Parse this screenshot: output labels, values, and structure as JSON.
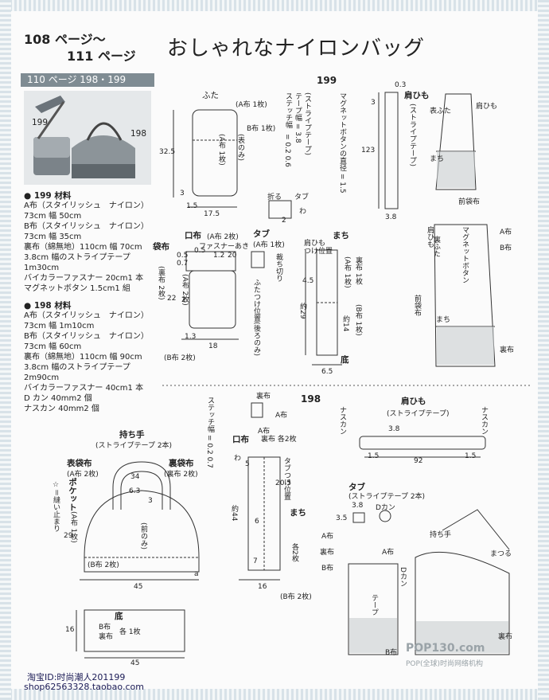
{
  "header": {
    "page_range_line1": "108 ページ～",
    "page_range_line2": "111 ページ",
    "title": "おしゃれなナイロンバッグ"
  },
  "photo_ref": {
    "band": "110 ページ 198・199",
    "label_199": "199",
    "label_198": "198"
  },
  "materials_199": {
    "heading": "● 199 材料",
    "lines": [
      "A布（スタイリッシュ　ナイロン）",
      "73cm 幅 50cm",
      "B布（スタイリッシュ　ナイロン）",
      "73cm 幅 35cm",
      "裏布（綿無地）110cm 幅 70cm",
      "3.8cm 幅のストライプテープ",
      "1m30cm",
      "バイカラーファスナー 20cm1 本",
      "マグネットボタン 1.5cm1 組"
    ]
  },
  "materials_198": {
    "heading": "● 198 材料",
    "lines": [
      "A布（スタイリッシュ　ナイロン）",
      "73cm 幅 1m10cm",
      "B布（スタイリッシュ　ナイロン）",
      "73cm 幅 60cm",
      "裏布（綿無地）110cm 幅 90cm",
      "3.8cm 幅のストライプテープ",
      "2m90cm",
      "バイカラーファスナー 40cm1 本",
      "D カン 40mm2 個",
      "ナスカン 40mm2 個"
    ]
  },
  "section_199": {
    "number": "199",
    "futa": "ふた",
    "futa_a": "(A布 1枚)",
    "futa_b": "B布 1枚)",
    "futa_ura": "(A布 1枚)",
    "futa_omote": "(表のみ)",
    "futa_325": "32.5",
    "futa_3": "3",
    "futa_15": "1.5",
    "futa_175": "17.5",
    "stitch_width": "ステッチ幅",
    "stitch_vals": "= 0.2 0.6",
    "tape_width": "テープ幅 = 3.8",
    "stripe_tape": "(ストライプテープ)",
    "magnet_diameter": "マグネットボタンの直径 = 1.5",
    "fold": "折る",
    "tab": "タブ",
    "wa": "わ",
    "two": "2",
    "kataHimo": "肩ひも",
    "kataHimo_sub": "(ストライプテープ)",
    "kh_03": "0.3",
    "kh_3": "3",
    "kh_123": "123",
    "kh_38": "3.8",
    "illus_kataHimo": "肩ひも",
    "illus_omoteFuta": "表ふた",
    "illus_machi": "まち",
    "illus_maeFukuro": "前袋布",
    "fukuroFu": "袋布",
    "kuchiFu": "口布",
    "kuchiFu_count": "(A布 2枚)",
    "zipper_open": "ファスナーあき",
    "tab_label": "タブ",
    "tab_count": "(A布 1枚)",
    "kiri": "裁ち切り",
    "ura_count": "(裏布 2枚)",
    "fukuro_a": "(A布 2枚)",
    "b_2": "(B布 2枚)",
    "n_05a": "0.5",
    "n_12": "1.2",
    "n_20": "20",
    "n_05b": "0.5",
    "n_07": "0.7",
    "n_22": "22",
    "n_2": "2",
    "n_13": "1.3",
    "n_18": "18",
    "futa_pos": "ふたつけ位置(後ろのみ)",
    "machi": "まち",
    "machi_himo": "肩ひも",
    "machi_himo2": "つけ位置",
    "machi_45": "4.5",
    "machi_a": "(A布 1枚)",
    "machi_ura": "裏布 1枚",
    "machi_b": "(B布 1枚)",
    "machi_29": "約29",
    "machi_14": "約14",
    "machi_65": "6.5",
    "soko": "底",
    "ill2_magnet": "マグネットボタン",
    "ill2_kataHimo": "肩ひも",
    "ill2_uraFuta": "裏ふた",
    "ill2_a": "A布",
    "ill2_b": "B布",
    "ill2_ura": "裏布",
    "ill2_maeFukuro": "前袋布",
    "ill2_machi": "まち"
  },
  "section_198": {
    "number": "198",
    "urafu": "裏布",
    "afu": "A布",
    "stitch_width": "ステッチ幅",
    "stitch_vals": "= 0.2 0.7",
    "kuchiFu": "口布",
    "kuchi_count": "裏布 各2枚",
    "kuchi_a": "A布",
    "n_5": "5",
    "n_205": "20.5",
    "n_44": "約44",
    "n_6": "6",
    "n_7": "7",
    "n_16": "16",
    "tab_pos": "タブつけ位置",
    "wa": "わ",
    "machi": "まち",
    "machi_count": "各2枚",
    "machi_a": "A布",
    "machi_ura": "裏布",
    "machi_b": "B布",
    "b_2": "(B布 2枚)",
    "mochite": "持ち手",
    "mochite_sub": "(ストライプテープ 2本)",
    "omote_fukuro": "表袋布",
    "omote_count": "(A布 2枚)",
    "ura_fukuro": "裏袋布",
    "ura_count": "(裏布 2枚)",
    "pocket": "ポケット",
    "pocket_count": "(A布 1枚)",
    "nuishirushi": "☆＝縫い止まり",
    "n_34": "34",
    "n_63": "6.3",
    "n_3": "3",
    "n_29": "29",
    "mae_nomi": "(前のみ)",
    "b2_bottom": "(B布 2枚)",
    "n_45": "45",
    "soko": "底",
    "soko_b": "B布",
    "soko_ura": "裏布",
    "soko_count": "各 1枚",
    "soko_16": "16",
    "soko_45": "45",
    "a_letter": "a",
    "kataHimo": "肩ひも",
    "kataHimo_sub": "(ストライプテープ)",
    "nasukan_l": "ナスカン",
    "nasukan_r": "ナスカン",
    "kh_38": "3.8",
    "kh_15l": "1.5",
    "kh_92": "92",
    "kh_15r": "1.5",
    "tab": "タブ",
    "tab_sub": "(ストライプテープ 2本)",
    "tab_38": "3.8",
    "tab_35": "3.5",
    "dkan": "Dカン",
    "ill_mochite": "持ち手",
    "ill_matsuru": "まつる",
    "ill_a": "A布",
    "ill_dkan": "Dカン",
    "ill_tape": "テープ",
    "ill_b": "B布",
    "ill_ura": "裏布"
  },
  "watermark": {
    "line1": "淘宝ID:时尚潮人201199",
    "line2": "shop62563328.taobao.com",
    "logo": "POP130.com",
    "logo_sub": "POP(全球)时尚网络机构"
  }
}
